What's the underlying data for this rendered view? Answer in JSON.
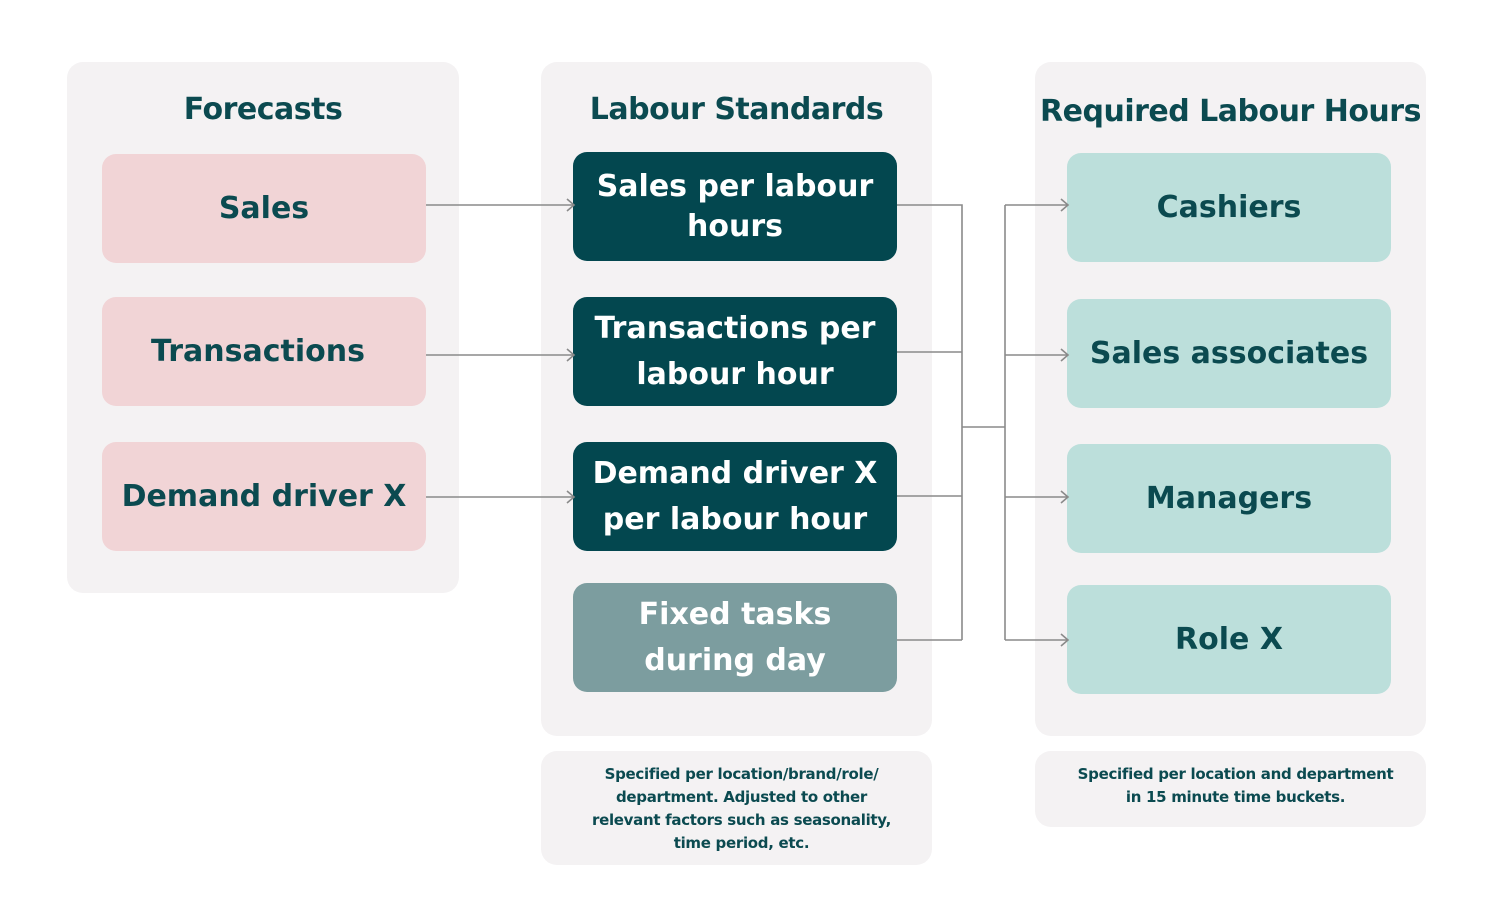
{
  "columns": {
    "forecasts": {
      "title": "Forecasts",
      "items": [
        "Sales",
        "Transactions",
        "Demand driver X"
      ]
    },
    "standards": {
      "title": "Labour Standards",
      "items": [
        "Sales per labour hours",
        "Transactions per labour hour",
        "Demand driver X per labour hour",
        "Fixed tasks during day"
      ],
      "note": "Specified per location/brand/role/ department. Adjusted to other relevant factors such as seasonality, time period, etc."
    },
    "required": {
      "title": "Required Labour Hours",
      "items": [
        "Cashiers",
        "Sales associates",
        "Managers",
        "Role X"
      ],
      "note": "Specified per location and department in 15 minute time buckets."
    }
  },
  "colors": {
    "panel": "#f4f2f3",
    "forecast_box": "#f1d4d6",
    "standard_box": "#03474f",
    "fixed_box": "#7c9d9f",
    "required_box": "#bcdfdb",
    "text_dark": "#0b4a50",
    "connector": "#8a8a8a"
  }
}
